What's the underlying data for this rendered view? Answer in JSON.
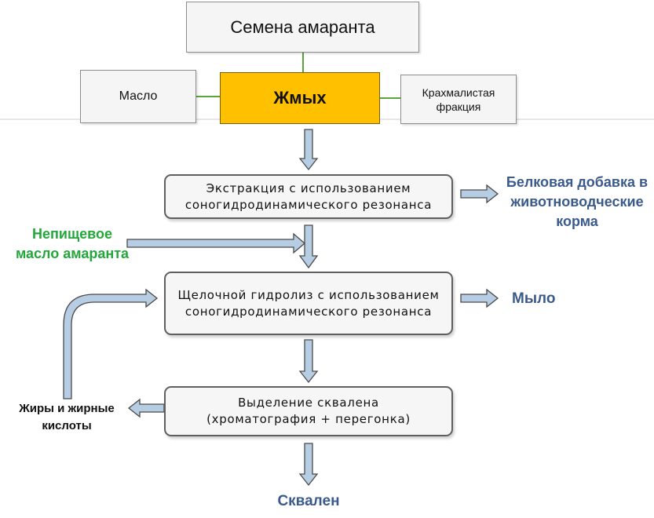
{
  "colors": {
    "connector": "#5aa53a",
    "arrow_fill": "#b7cde3",
    "arrow_stroke": "#4a4a4a",
    "cake_fill": "#ffc000",
    "output_text": "#3a5a8c",
    "oil_text": "#22a83a",
    "black_text": "#111111"
  },
  "top": {
    "seeds": "Семена амаранта",
    "oil": "Масло",
    "cake": "Жмых",
    "starch": [
      "Крахмалистая",
      "фракция"
    ]
  },
  "steps": {
    "extraction": [
      "Экстракция с использованием",
      "соногидродинамического резонанса"
    ],
    "hydrolysis": [
      "Щелочной гидролиз с использованием",
      "соногидродинамического резонанса"
    ],
    "squalene_isolation": [
      "Выделение сквалена",
      "(хроматография + перегонка)"
    ]
  },
  "labels": {
    "protein_feed": [
      "Белковая добавка в",
      "животноводческие",
      "корма"
    ],
    "nonfood_oil": [
      "Непищевое",
      "масло амаранта"
    ],
    "soap": "Мыло",
    "fats": [
      "Жиры и жирные",
      "кислоты"
    ],
    "squalene": "Сквален"
  }
}
